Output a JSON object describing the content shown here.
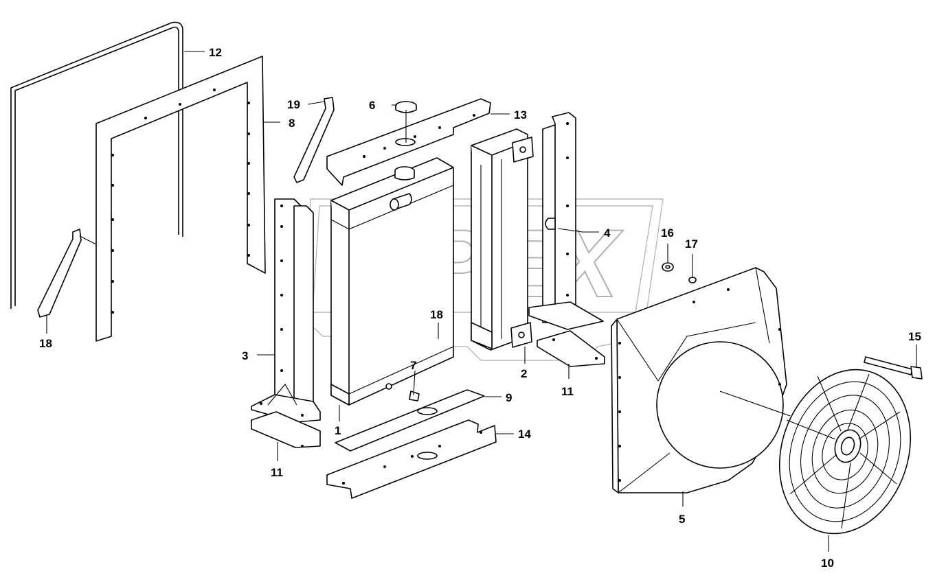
{
  "figure": {
    "watermark_text": "OPEX",
    "colors": {
      "line": "#000000",
      "background": "#ffffff",
      "watermark": "#b8b8b8"
    }
  },
  "callouts": [
    {
      "id": "c1",
      "label": "1"
    },
    {
      "id": "c2",
      "label": "2"
    },
    {
      "id": "c3",
      "label": "3"
    },
    {
      "id": "c4",
      "label": "4"
    },
    {
      "id": "c5",
      "label": "5"
    },
    {
      "id": "c6",
      "label": "6"
    },
    {
      "id": "c7",
      "label": "7"
    },
    {
      "id": "c8",
      "label": "8"
    },
    {
      "id": "c9",
      "label": "9"
    },
    {
      "id": "c10",
      "label": "10"
    },
    {
      "id": "c11a",
      "label": "11"
    },
    {
      "id": "c11b",
      "label": "11"
    },
    {
      "id": "c12",
      "label": "12"
    },
    {
      "id": "c13",
      "label": "13"
    },
    {
      "id": "c14",
      "label": "14"
    },
    {
      "id": "c15",
      "label": "15"
    },
    {
      "id": "c16",
      "label": "16"
    },
    {
      "id": "c17",
      "label": "17"
    },
    {
      "id": "c18a",
      "label": "18"
    },
    {
      "id": "c18b",
      "label": "18"
    },
    {
      "id": "c19",
      "label": "19"
    }
  ]
}
